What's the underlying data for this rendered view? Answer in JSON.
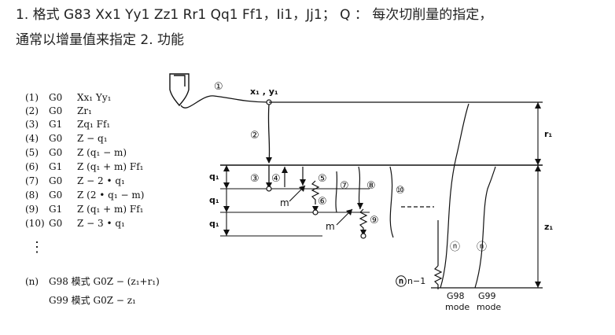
{
  "header": {
    "line1": "1. 格式  G83 Xx1 Yy1 Zz1 Rr1 Qq1 Ff1，Ii1，Jj1；  Q ：  每次切削量的指定，",
    "line2": "通常以增量值来指定 2. 功能"
  },
  "steps": [
    {
      "num": "(1)",
      "g": "G0",
      "args": "Xx₁   Yy₁"
    },
    {
      "num": "(2)",
      "g": "G0",
      "args": "Zr₁"
    },
    {
      "num": "(3)",
      "g": "G1",
      "args": "Zq₁   Ff₁"
    },
    {
      "num": "(4)",
      "g": "G0",
      "args": "Z − q₁"
    },
    {
      "num": "(5)",
      "g": "G0",
      "args": "Z (q₁ − m)"
    },
    {
      "num": "(6)",
      "g": "G1",
      "args": "Z (q₁ + m)   Ff₁"
    },
    {
      "num": "(7)",
      "g": "G0",
      "args": "Z − 2 • q₁"
    },
    {
      "num": "(8)",
      "g": "G0",
      "args": "Z (2 • q₁ − m)"
    },
    {
      "num": "(9)",
      "g": "G1",
      "args": "Z (q₁ + m)   Ff₁"
    },
    {
      "num": "(10)",
      "g": "G0",
      "args": "Z − 3 • q₁"
    }
  ],
  "dots": "⋮",
  "final": {
    "num": "(n)",
    "g98": "G98  模式   G0Z − (z₁+r₁)",
    "g99": "G99  模式   G0Z − z₁"
  },
  "diagram": {
    "xy": "x₁ , y₁",
    "r": "r₁",
    "z": "z₁",
    "q": "q₁",
    "m": "m",
    "c1": "①",
    "c2": "②",
    "c3": "③",
    "c4": "④",
    "c5": "⑤",
    "c6": "⑥",
    "c7": "⑦",
    "c8": "⑧",
    "c9": "⑨",
    "c10": "⑩",
    "cn": "ⓝ",
    "n1": "n−1",
    "g98mode": "G98",
    "g99mode": "G99",
    "modeword": "mode"
  }
}
